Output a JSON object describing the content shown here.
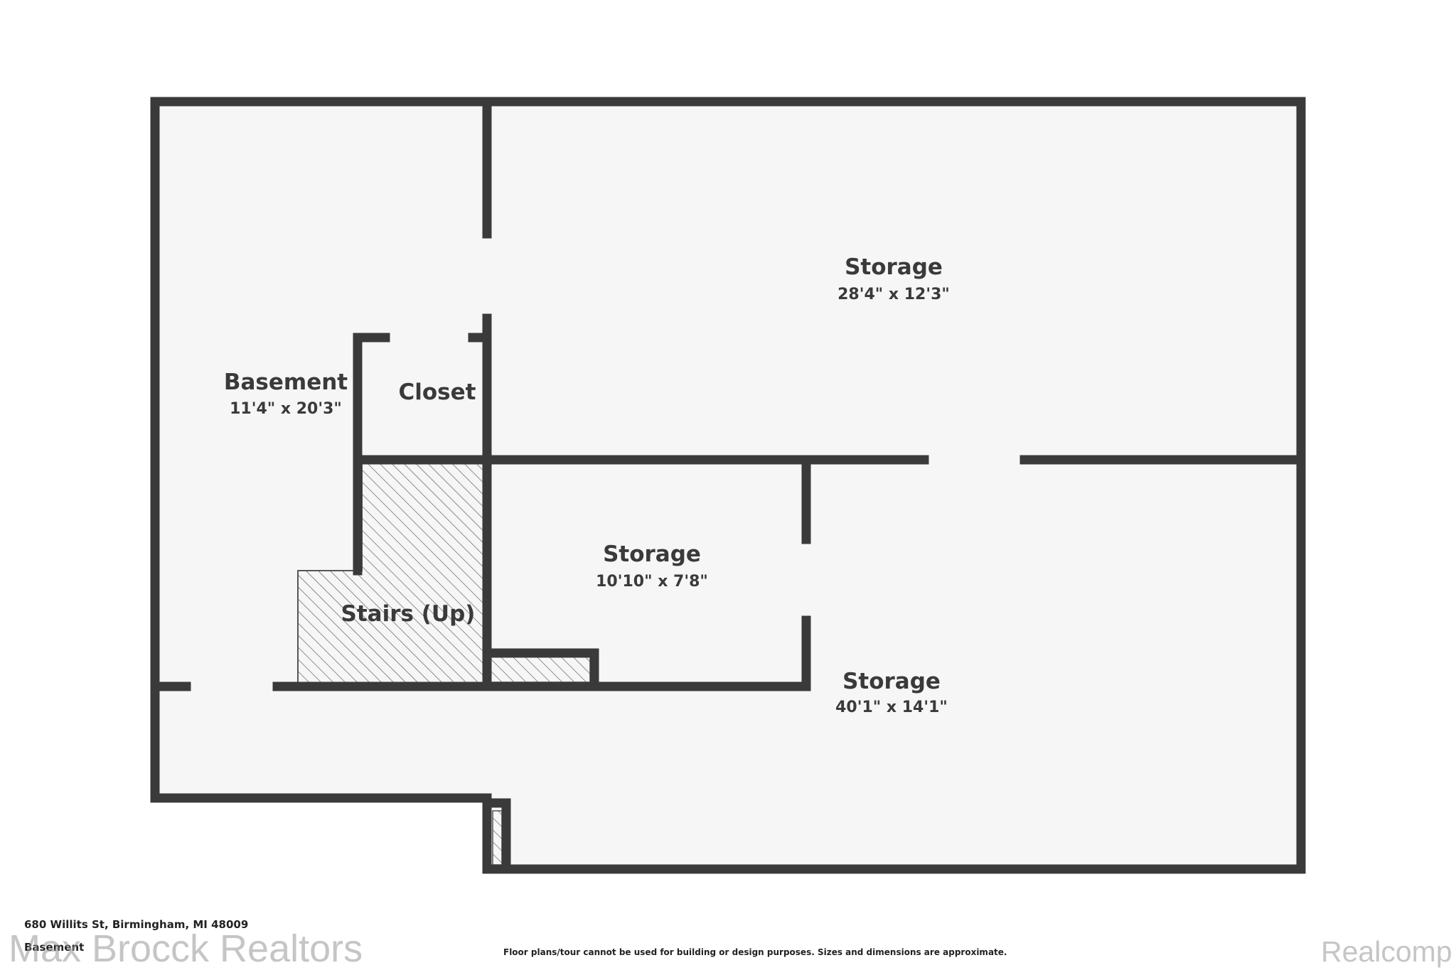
{
  "colors": {
    "wall": "#3a3a3a",
    "floor": "#f6f6f6",
    "opening": "#ffffff",
    "text": "#3a3a3a"
  },
  "rooms": {
    "basement": {
      "name": "Basement",
      "dims": "11'4\" x 20'3\""
    },
    "closet": {
      "name": "Closet"
    },
    "storage_top": {
      "name": "Storage",
      "dims": "28'4\" x 12'3\""
    },
    "storage_middle": {
      "name": "Storage",
      "dims": "10'10\" x 7'8\""
    },
    "storage_large": {
      "name": "Storage",
      "dims": "40'1\" x 14'1\""
    },
    "stairs": {
      "name": "Stairs (Up)"
    }
  },
  "footer": {
    "address": "680 Willits St, Birmingham, MI 48009",
    "level": "Basement",
    "disclaimer": "Floor plans/tour cannot be used for building or design purposes. Sizes and dimensions are approximate."
  },
  "watermarks": {
    "left": "Max Brocck Realtors",
    "right": "Realcomp"
  }
}
